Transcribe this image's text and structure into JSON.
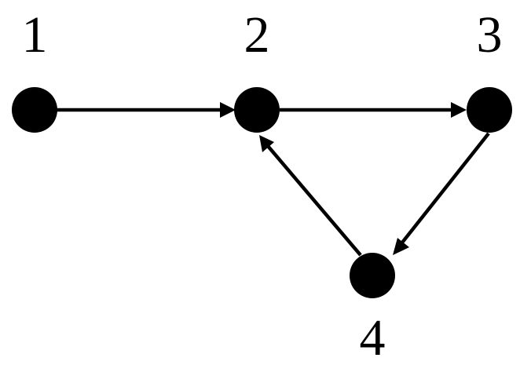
{
  "diagram": {
    "nodes": [
      {
        "id": "1",
        "label": "1"
      },
      {
        "id": "2",
        "label": "2"
      },
      {
        "id": "3",
        "label": "3"
      },
      {
        "id": "4",
        "label": "4"
      }
    ],
    "edges": [
      {
        "from": "1",
        "to": "2"
      },
      {
        "from": "2",
        "to": "3"
      },
      {
        "from": "3",
        "to": "4"
      },
      {
        "from": "4",
        "to": "2"
      }
    ]
  }
}
